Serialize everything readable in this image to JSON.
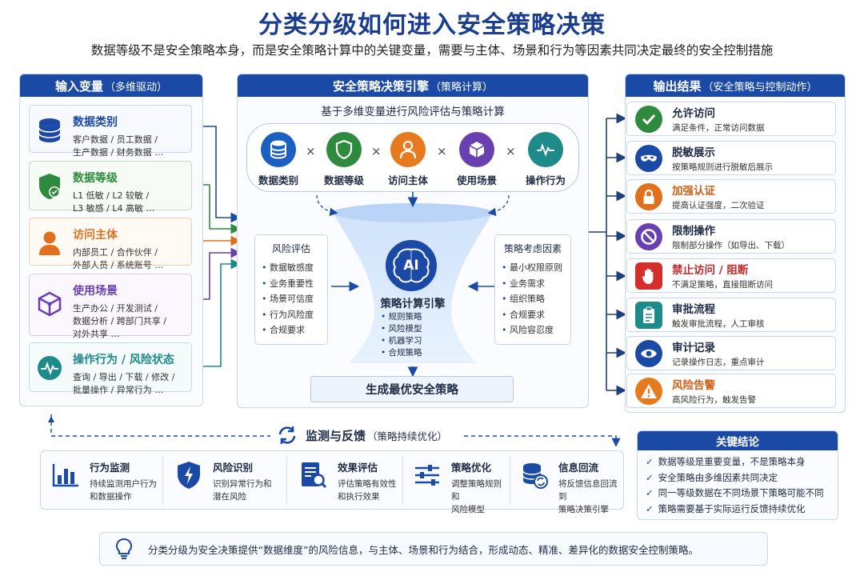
{
  "title": "分类分级如何进入安全策略决策",
  "subtitle": "数据等级不是安全策略本身，而是安全策略计算中的关键变量，需要与主体、场景和行为等因素共同决定最终的安全控制措施",
  "input_panel": {
    "title": "输入变量",
    "title_paren": "（多维驱动）",
    "items": [
      {
        "title": "数据类别",
        "desc": "客户数据 / 员工数据 /\n生产数据 / 财务数据 …",
        "color": "#1b4aa6",
        "icon": "database-icon"
      },
      {
        "title": "数据等级",
        "desc": "L1 低敏 / L2 较敏 /\nL3 敏感 / L4 高敏 …",
        "color": "#2e8b3e",
        "icon": "shield-check-icon"
      },
      {
        "title": "访问主体",
        "desc": "内部员工 / 合作伙伴 /\n外部人员 / 系统账号 …",
        "color": "#e0701b",
        "icon": "user-icon"
      },
      {
        "title": "使用场景",
        "desc": "生产办公 / 开发测试 /\n数据分析 / 跨部门共享 /\n对外共享 …",
        "color": "#6a3fb0",
        "icon": "cube-icon"
      },
      {
        "title": "操作行为 / 风险状态",
        "desc": "查询 / 导出 / 下载 / 修改 /\n批量操作 / 异常行为 …",
        "color": "#1f8a8a",
        "icon": "pulse-icon"
      }
    ]
  },
  "engine_panel": {
    "title": "安全策略决策引擎",
    "title_paren": "（策略计算）",
    "subtitle": "基于多维变量进行风险评估与策略计算",
    "variables": [
      {
        "label": "数据类别",
        "color": "#1b5fc1",
        "icon": "database-icon"
      },
      {
        "label": "数据等级",
        "color": "#2e8b3e",
        "icon": "shield-icon"
      },
      {
        "label": "访问主体",
        "color": "#e57a1f",
        "icon": "user-icon"
      },
      {
        "label": "使用场景",
        "color": "#6a3fb0",
        "icon": "cube-icon"
      },
      {
        "label": "操作行为",
        "color": "#1f8a8a",
        "icon": "pulse-icon"
      }
    ],
    "times_symbol": "×",
    "risk_eval": {
      "title": "风险评估",
      "items": [
        "数据敏感度",
        "业务重要性",
        "场景可信度",
        "行为风险度",
        "合规要求"
      ]
    },
    "strategy_factors": {
      "title": "策略考虑因素",
      "items": [
        "最小权限原则",
        "业务需求",
        "组织策略",
        "合规要求",
        "风险容忍度"
      ]
    },
    "core": {
      "ai_label": "AI",
      "title": "策略计算引擎",
      "items": [
        "规则策略",
        "风险模型",
        "机器学习",
        "合规策略"
      ]
    },
    "output_label": "生成最优安全策略"
  },
  "output_panel": {
    "title": "输出结果",
    "title_paren": "（安全策略与控制动作）",
    "items": [
      {
        "title": "允许访问",
        "desc": "满足条件，正常访问数据",
        "color": "#2e8b3e",
        "title_color": "#1f2a44",
        "icon": "check-icon"
      },
      {
        "title": "脱敏展示",
        "desc": "按策略规则进行脱敏后展示",
        "color": "#1b4aa6",
        "title_color": "#1f2a44",
        "icon": "mask-icon"
      },
      {
        "title": "加强认证",
        "desc": "提高认证强度，二次验证",
        "color": "#e0701b",
        "title_color": "#d0601a",
        "icon": "lock-icon"
      },
      {
        "title": "限制操作",
        "desc": "限制部分操作（如导出、下载）",
        "color": "#6a3fb0",
        "title_color": "#1f2a44",
        "icon": "ban-icon"
      },
      {
        "title": "禁止访问 / 阻断",
        "desc": "不满足策略，直接阻断访问",
        "color": "#d62d2d",
        "title_color": "#c62828",
        "icon": "hand-stop-icon"
      },
      {
        "title": "审批流程",
        "desc": "触发审批流程，人工审核",
        "color": "#1f8a8a",
        "title_color": "#1f2a44",
        "icon": "clipboard-icon"
      },
      {
        "title": "审计记录",
        "desc": "记录操作日志，重点审计",
        "color": "#1b4aa6",
        "title_color": "#1f2a44",
        "icon": "eye-icon"
      },
      {
        "title": "风险告警",
        "desc": "高风险行为，触发告警",
        "color": "#e57a1f",
        "title_color": "#d0601a",
        "icon": "warning-icon"
      }
    ]
  },
  "feedback": {
    "title": "监测与反馈",
    "title_paren": "（策略持续优化）",
    "items": [
      {
        "title": "行为监测",
        "desc": "持续监测用户行为\n和数据操作",
        "icon": "bar-chart-icon"
      },
      {
        "title": "风险识别",
        "desc": "识别异常行为和\n潜在风险",
        "icon": "shield-bolt-icon"
      },
      {
        "title": "效果评估",
        "desc": "评估策略有效性\n和执行效果",
        "icon": "document-search-icon"
      },
      {
        "title": "策略优化",
        "desc": "调整策略规则和\n风险模型",
        "icon": "sliders-icon"
      },
      {
        "title": "信息回流",
        "desc": "将反馈信息回流到\n策略决策引擎",
        "icon": "database-sync-icon"
      }
    ]
  },
  "key_conclusions": {
    "title": "关键结论",
    "items": [
      "数据等级是重要变量，不是策略本身",
      "安全策略由多维因素共同决定",
      "同一等级数据在不同场景下策略可能不同",
      "策略需要基于实际运行反馈持续优化"
    ]
  },
  "footer_note": "分类分级为安全决策提供“数据维度”的风险信息，与主体、场景和行为结合，形成动态、精准、差异化的数据安全控制策略。",
  "colors": {
    "primary": "#1b4aa6",
    "title": "#1a3d8f"
  }
}
